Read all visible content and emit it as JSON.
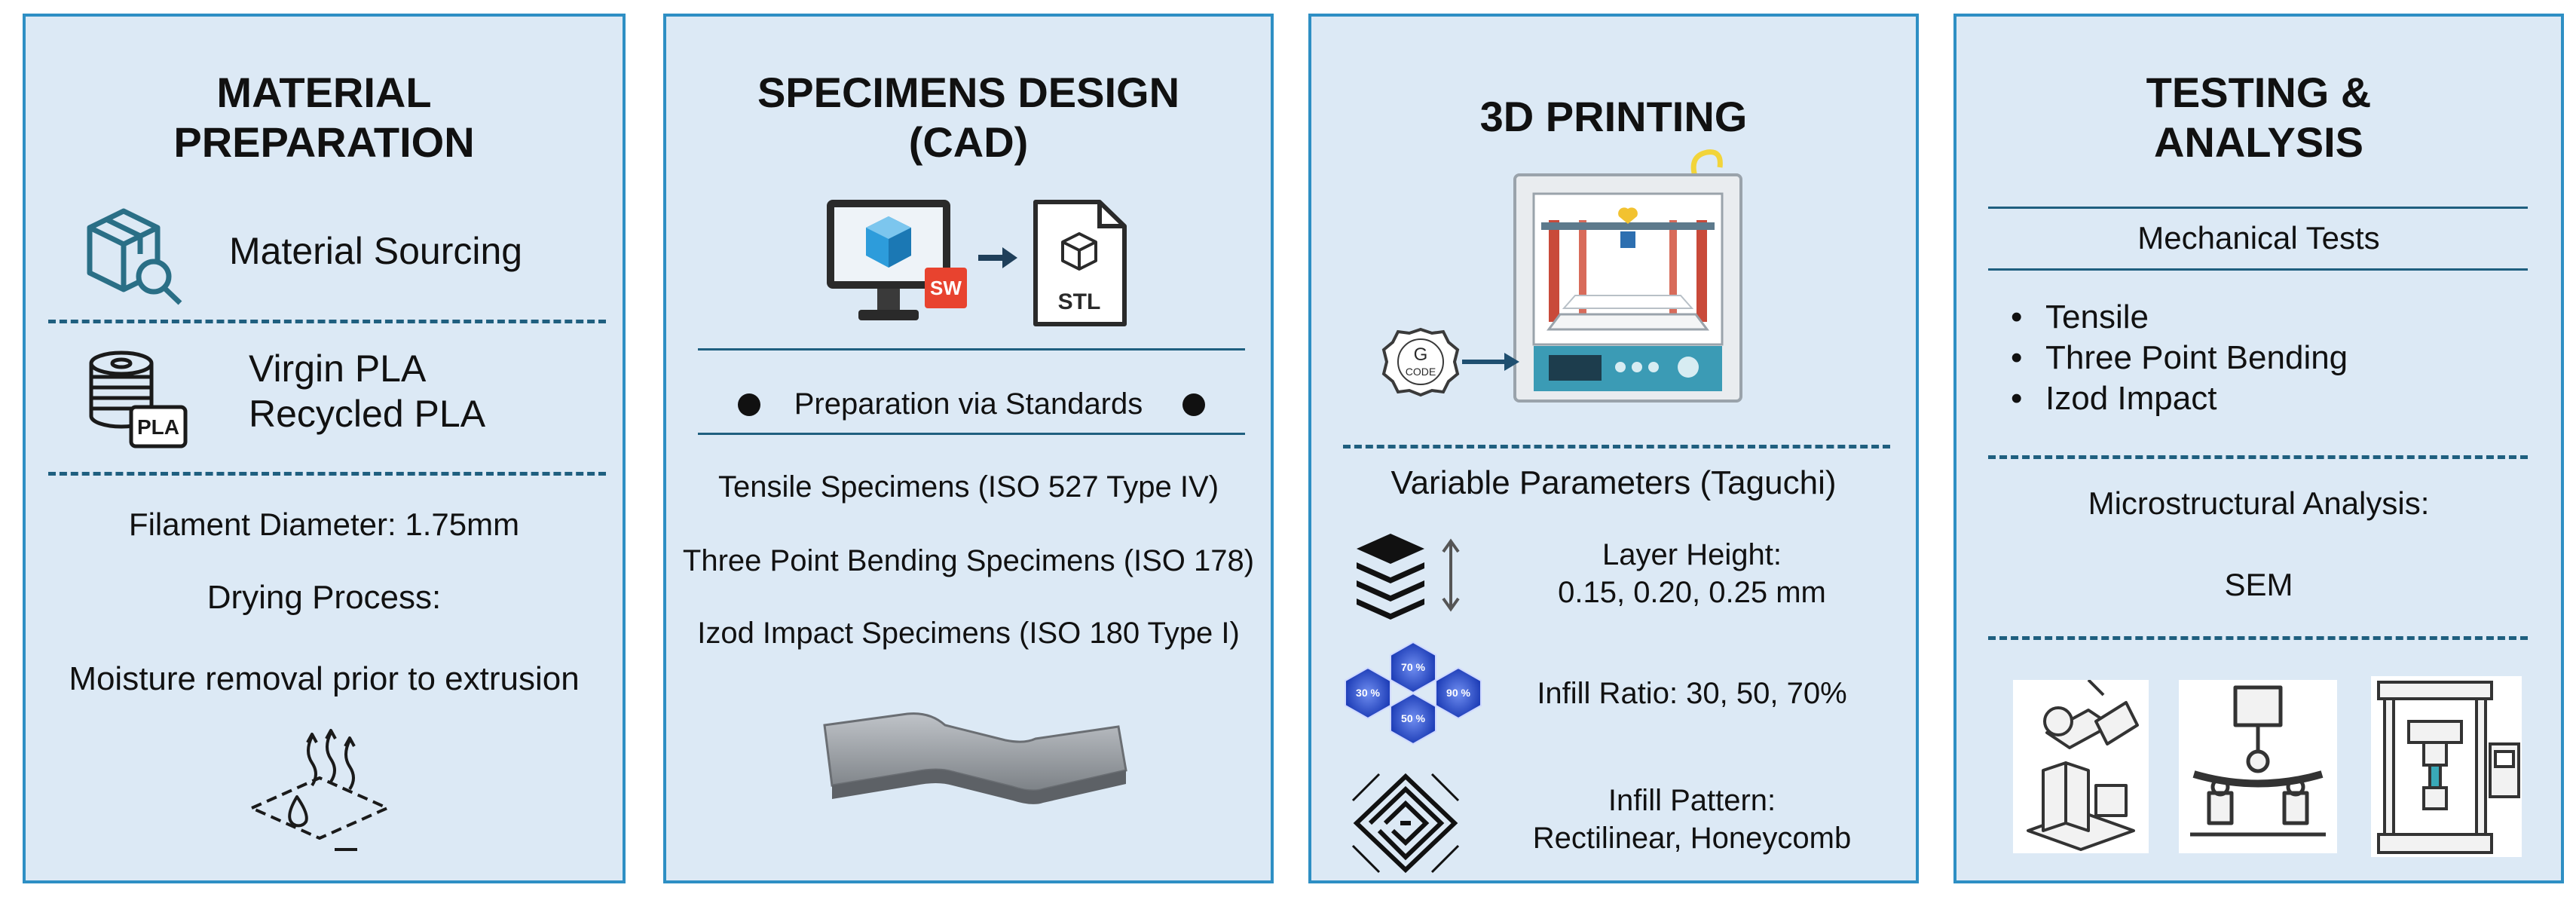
{
  "panels": {
    "material": {
      "title": "MATERIAL\nPREPARATION",
      "sourcing_label": "Material Sourcing",
      "material_line1": "Virgin PLA",
      "material_line2": "Recycled PLA",
      "spool_tag": "PLA",
      "filament_diameter": "Filament Diameter: 1.75mm",
      "drying_title": "Drying Process:",
      "drying_detail": "Moisture removal prior to extrusion",
      "icons": [
        "box-search-icon",
        "filament-spool-icon",
        "moisture-drying-icon"
      ]
    },
    "design": {
      "title": "SPECIMENS DESIGN\n(CAD)",
      "sw_badge": "SW",
      "stl_label": "STL",
      "standards_label": "Preparation via Standards",
      "specimens": [
        "Tensile Specimens (ISO 527 Type IV)",
        "Three Point Bending Specimens (ISO 178)",
        "Izod Impact Specimens (ISO 180 Type I)"
      ],
      "icons": [
        "cad-monitor-icon",
        "arrow-right-icon",
        "stl-file-icon",
        "dogbone-specimen-icon"
      ]
    },
    "printing": {
      "title": "3D PRINTING",
      "gcode_g": "G",
      "gcode_text": "CODE",
      "parameters_title": "Variable Parameters (Taguchi)",
      "layer_height_label": "Layer Height:",
      "layer_height_values": "0.15, 0.20, 0.25 mm",
      "infill_ratio": "Infill Ratio: 30, 50, 70%",
      "hex_labels": [
        "70 %",
        "30 %",
        "90 %",
        "50 %"
      ],
      "infill_pattern_label": "Infill Pattern:",
      "infill_pattern_values": "Rectilinear, Honeycomb",
      "icons": [
        "3d-printer-icon",
        "gcode-badge-icon",
        "layers-icon",
        "hexagon-infill-icon",
        "infill-pattern-icon"
      ]
    },
    "testing": {
      "title": "TESTING &\nANALYSIS",
      "mechanical_title": "Mechanical Tests",
      "tests": [
        "Tensile",
        "Three Point Bending",
        "Izod Impact"
      ],
      "micro_title": "Microstructural Analysis:",
      "micro_method": "SEM",
      "icons": [
        "izod-impact-tester-icon",
        "bending-test-icon",
        "tensile-machine-icon"
      ]
    }
  },
  "colors": {
    "panel_bg": "#dce9f5",
    "panel_border": "#2e8fc4",
    "divider": "#1f5f7f",
    "icon_teal": "#2a6f86",
    "cad_blue": "#2d9cdb",
    "sw_red": "#e8432f"
  }
}
